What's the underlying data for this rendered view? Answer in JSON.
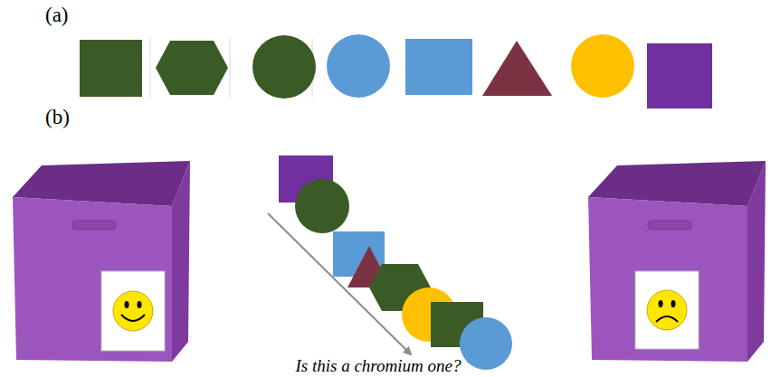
{
  "diagram": {
    "labels": [
      "(a)",
      "(b)",
      "Is this a chromium one?"
    ]
  }
}
